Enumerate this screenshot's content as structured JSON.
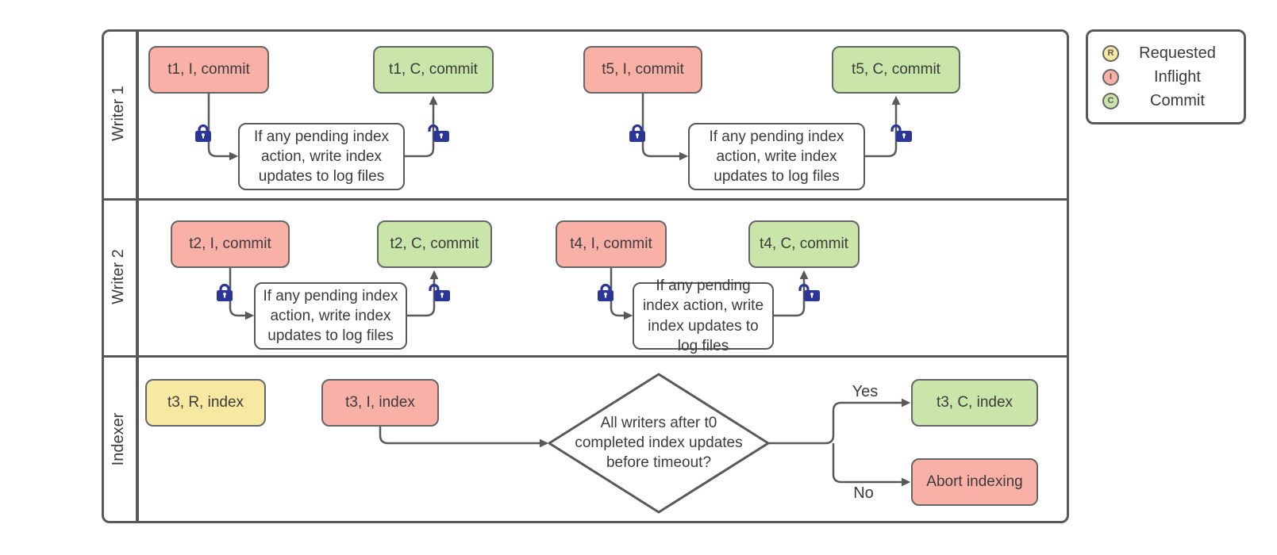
{
  "colors": {
    "requested": "#f8e9a2",
    "inflight": "#f9b0a6",
    "commit": "#c9e5a9",
    "lock": "#2b3698",
    "line": "#595959",
    "border": "#666666",
    "text": "#3b3b3b"
  },
  "lanes": [
    {
      "label": "Writer 1"
    },
    {
      "label": "Writer 2"
    },
    {
      "label": "Indexer"
    }
  ],
  "legend": {
    "items": [
      {
        "letter": "R",
        "label": "Requested"
      },
      {
        "letter": "I",
        "label": "Inflight"
      },
      {
        "letter": "C",
        "label": "Commit"
      }
    ]
  },
  "boxes": {
    "t1_inflight": "t1, I, commit",
    "t1_commit": "t1, C, commit",
    "t5_inflight": "t5, I, commit",
    "t5_commit": "t5, C, commit",
    "t2_inflight": "t2, I, commit",
    "t2_commit": "t2, C, commit",
    "t4_inflight": "t4, I, commit",
    "t4_commit": "t4, C, commit",
    "t3_requested": "t3, R, index",
    "t3_inflight": "t3, I, index",
    "t3_commit": "t3, C, index",
    "abort": "Abort indexing"
  },
  "process_label": "If any pending index action, write index updates to log files",
  "decision": {
    "label": "All writers after t0 completed index updates before timeout?",
    "yes": "Yes",
    "no": "No"
  }
}
